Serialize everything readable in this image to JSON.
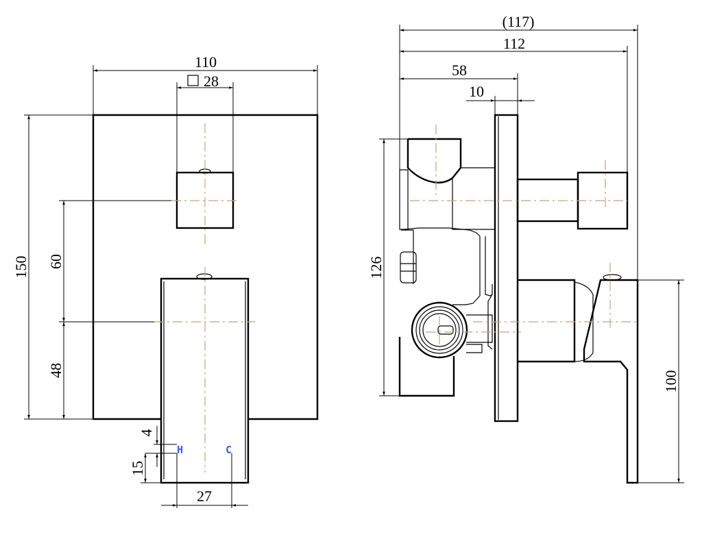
{
  "front_view": {
    "dims": {
      "width": "110",
      "knob_square": "28",
      "height": "150",
      "knob_to_lever": "60",
      "lever_to_bottom": "48",
      "hc_offset": "4",
      "hc_height": "15",
      "hc_spacing": "27"
    },
    "labels": {
      "hot": "H",
      "cold": "C"
    }
  },
  "side_view": {
    "dims": {
      "overall_depth": "(117)",
      "depth": "112",
      "body_depth": "58",
      "plate_thickness": "10",
      "body_height": "126",
      "lever_height": "100"
    }
  },
  "colors": {
    "centerline": "#c8a07a",
    "hc_label": "#3060ff"
  }
}
